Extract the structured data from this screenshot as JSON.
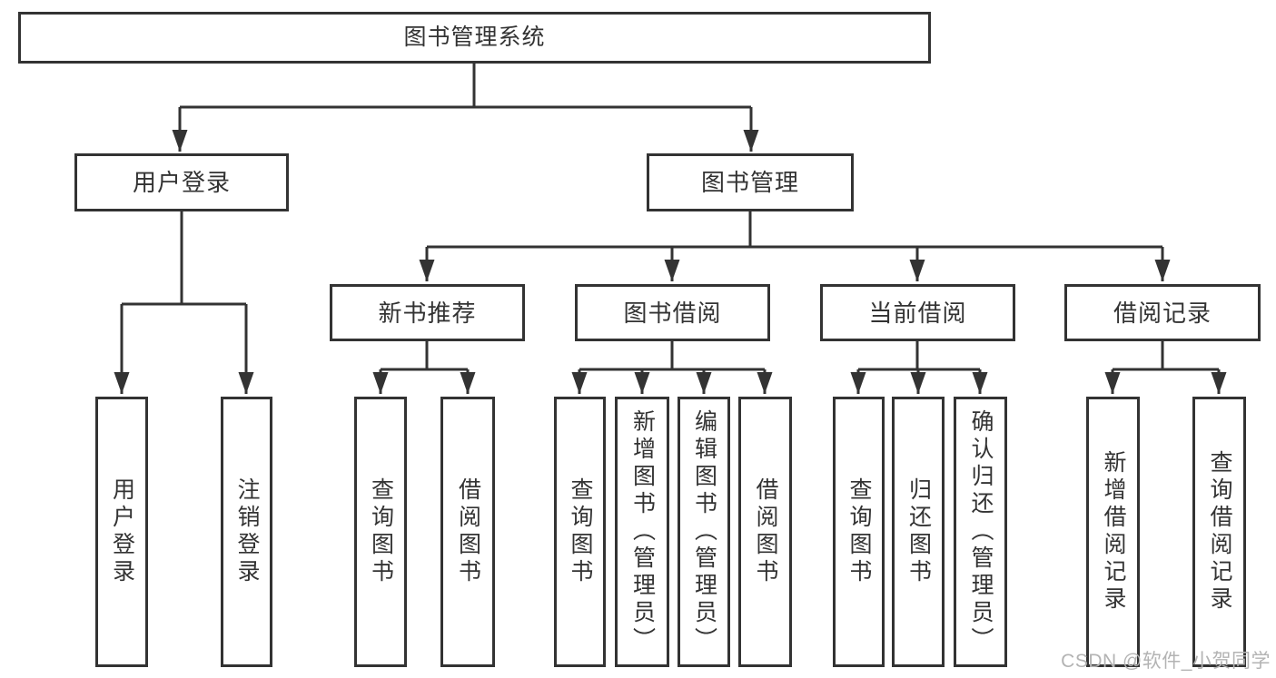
{
  "diagram": {
    "type": "hierarchy-tree",
    "root_label": "图书管理系统",
    "branches": [
      {
        "label": "用户登录",
        "children": [
          {
            "label": "用户登录"
          },
          {
            "label": "注销登录"
          }
        ]
      },
      {
        "label": "图书管理",
        "children": [
          {
            "label": "新书推荐",
            "children": [
              {
                "label": "查询图书"
              },
              {
                "label": "借阅图书"
              }
            ]
          },
          {
            "label": "图书借阅",
            "children": [
              {
                "label": "查询图书"
              },
              {
                "label": "新增图书（管理员）"
              },
              {
                "label": "编辑图书（管理员）"
              },
              {
                "label": "借阅图书"
              }
            ]
          },
          {
            "label": "当前借阅",
            "children": [
              {
                "label": "查询图书"
              },
              {
                "label": "归还图书"
              },
              {
                "label": "确认归还（管理员）"
              }
            ]
          },
          {
            "label": "借阅记录",
            "children": [
              {
                "label": "新增借阅记录"
              },
              {
                "label": "查询借阅记录"
              }
            ]
          }
        ]
      }
    ]
  },
  "colors": {
    "node_border": "#333333",
    "node_text": "#333333",
    "connector_line": "#333333",
    "background": "#ffffff",
    "watermark_text": "#b3b3b3"
  },
  "watermark": {
    "text": "CSDN @软件_小贺同学"
  }
}
